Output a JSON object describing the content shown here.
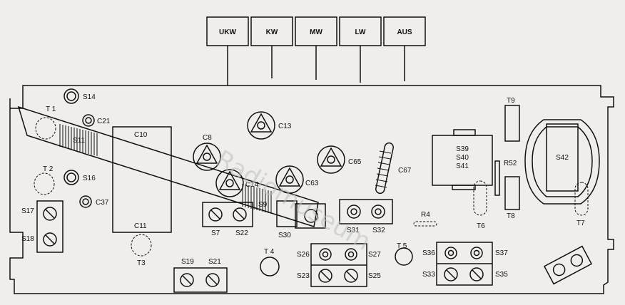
{
  "buttons": [
    "UKW",
    "KW",
    "MW",
    "LW",
    "AUS"
  ],
  "labels": {
    "T1": "T 1",
    "T2": "T 2",
    "T3": "T3",
    "T4": "T 4",
    "T5": "T 5",
    "T6": "T6",
    "T7": "T7",
    "T8": "T8",
    "T9": "T9",
    "S7": "S7",
    "S9": "S9",
    "S11": "S11",
    "S14": "S14",
    "S16": "S16",
    "S17": "S17",
    "S18": "S18",
    "S19": "S19",
    "S21": "S21",
    "S22": "S22",
    "S23": "S23",
    "S25": "S25",
    "S26": "S26",
    "S27": "S27",
    "S30": "S30",
    "S31": "S31",
    "S32": "S32",
    "S33": "S33",
    "S35": "S35",
    "S36": "S36",
    "S37": "S37",
    "S39": "S39",
    "S40": "S40",
    "S41": "S41",
    "S42": "S42",
    "C8": "C8",
    "C10": "C10",
    "C11": "C11",
    "C13": "C13",
    "C14": "C14",
    "C21": "C21",
    "C37": "C37",
    "C63": "C63",
    "C65": "C65",
    "C67": "C67",
    "R4": "R4",
    "R52": "R52"
  },
  "watermark": "Radiomuseum"
}
